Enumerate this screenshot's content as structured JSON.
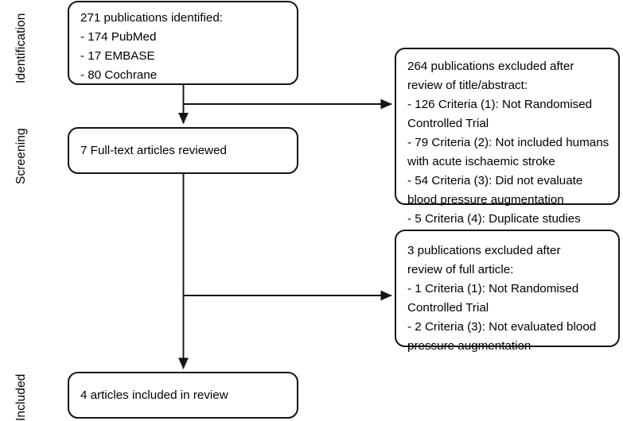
{
  "diagram": {
    "title": "PRISMA study selection flow diagram",
    "stroke_color": "#141414",
    "background_color": "#ffffff",
    "text_color": "#000000"
  },
  "stages": [
    {
      "id": "identification",
      "label": "Identification"
    },
    {
      "id": "screening",
      "label": "Screening"
    },
    {
      "id": "included",
      "label": "Included"
    }
  ],
  "nodes": {
    "identified": {
      "text": "271 publications identified:\n- 174 PubMed\n- 17 EMBASE\n- 80 Cochrane",
      "count": 271,
      "sources": [
        {
          "name": "PubMed",
          "count": 174
        },
        {
          "name": "EMBASE",
          "count": 17
        },
        {
          "name": "Cochrane",
          "count": 80
        }
      ]
    },
    "fulltext_reviewed": {
      "text": "7 Full-text articles reviewed",
      "count": 7
    },
    "included_review": {
      "text": "4 articles included in review",
      "count": 4
    },
    "excluded_abstract": {
      "text": "264 publications excluded after\nreview of title/abstract:\n- 126 Criteria (1): Not Randomised\nControlled Trial\n- 79 Criteria (2): Not included humans\nwith acute ischaemic stroke\n- 54 Criteria (3): Did not evaluate\nblood pressure augmentation\n- 5 Criteria (4): Duplicate studies",
      "count": 264,
      "reasons": [
        {
          "criteria": 1,
          "count": 126,
          "label": "Not Randomised Controlled Trial"
        },
        {
          "criteria": 2,
          "count": 79,
          "label": "Not included humans with acute ischaemic stroke"
        },
        {
          "criteria": 3,
          "count": 54,
          "label": "Did not evaluate blood pressure augmentation"
        },
        {
          "criteria": 4,
          "count": 5,
          "label": "Duplicate studies"
        }
      ]
    },
    "excluded_fulltext": {
      "text": "3 publications excluded after\nreview of full article:\n- 1 Criteria (1): Not Randomised\nControlled Trial\n- 2 Criteria (3): Not evaluated blood\npressure augmentation",
      "count": 3,
      "reasons": [
        {
          "criteria": 1,
          "count": 1,
          "label": "Not Randomised Controlled Trial"
        },
        {
          "criteria": 3,
          "count": 2,
          "label": "Not evaluated blood pressure augmentation"
        }
      ]
    }
  },
  "edges": [
    {
      "from": "identified",
      "to": "fulltext_reviewed",
      "kind": "arrow-down"
    },
    {
      "from": "identified",
      "to": "excluded_abstract",
      "kind": "arrow-right"
    },
    {
      "from": "fulltext_reviewed",
      "to": "included_review",
      "kind": "arrow-down"
    },
    {
      "from": "fulltext_reviewed",
      "to": "excluded_fulltext",
      "kind": "arrow-right"
    }
  ]
}
